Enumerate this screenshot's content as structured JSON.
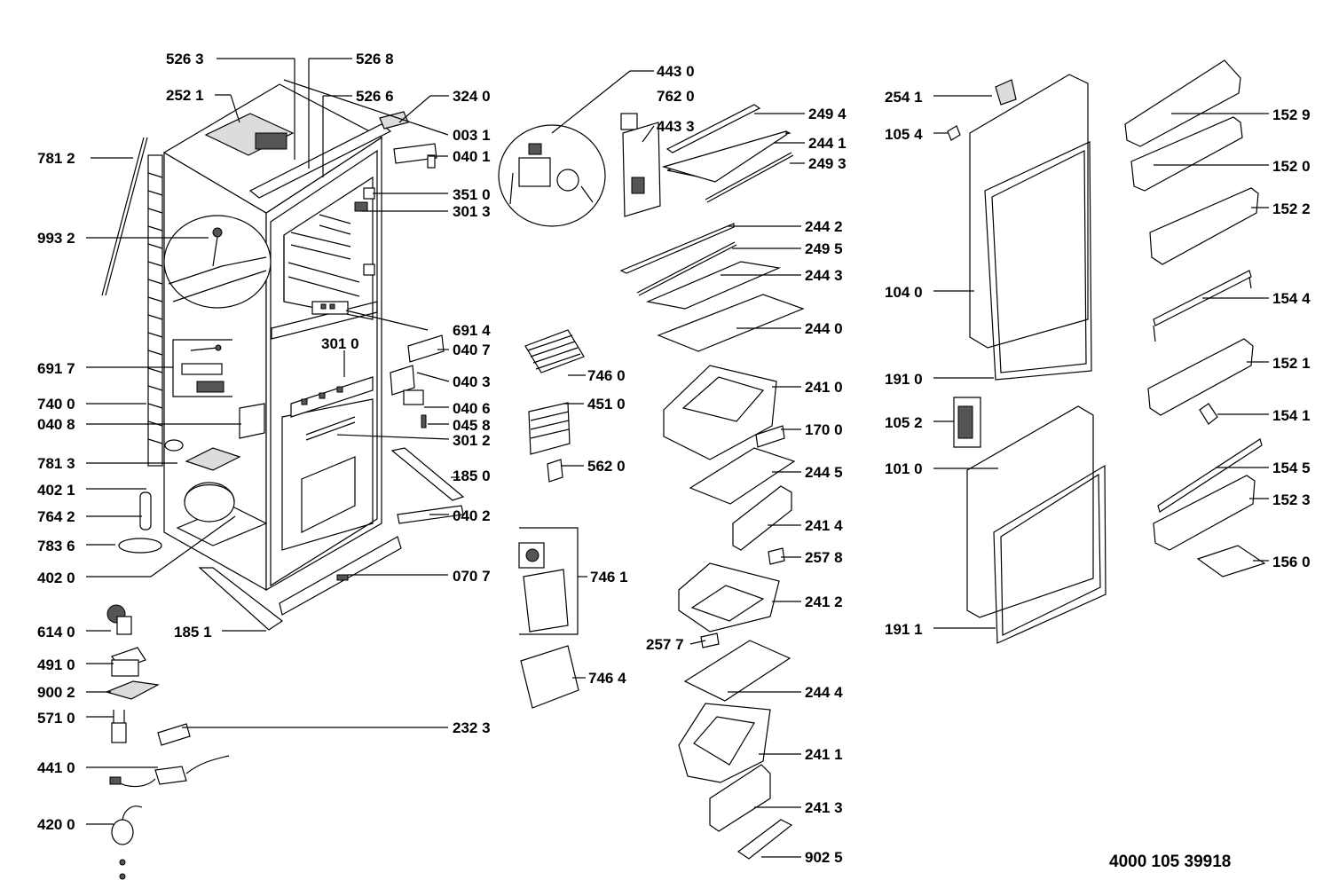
{
  "document_number": "4000 105 39918",
  "callouts": [
    {
      "id": "c5263",
      "text": "526 3"
    },
    {
      "id": "c5268",
      "text": "526 8"
    },
    {
      "id": "c2521",
      "text": "252 1"
    },
    {
      "id": "c5266",
      "text": "526 6"
    },
    {
      "id": "c3240",
      "text": "324 0"
    },
    {
      "id": "c0031",
      "text": "003 1"
    },
    {
      "id": "c0401",
      "text": "040 1"
    },
    {
      "id": "c7812",
      "text": "781 2"
    },
    {
      "id": "c3510",
      "text": "351 0"
    },
    {
      "id": "c3013",
      "text": "301 3"
    },
    {
      "id": "c9932",
      "text": "993 2"
    },
    {
      "id": "c6914",
      "text": "691 4"
    },
    {
      "id": "c3010",
      "text": "301 0"
    },
    {
      "id": "c0407",
      "text": "040 7"
    },
    {
      "id": "c6917",
      "text": "691 7"
    },
    {
      "id": "c0403",
      "text": "040 3"
    },
    {
      "id": "c7400",
      "text": "740 0"
    },
    {
      "id": "c0406",
      "text": "040 6"
    },
    {
      "id": "c0408",
      "text": "040 8"
    },
    {
      "id": "c0458",
      "text": "045 8"
    },
    {
      "id": "c3012",
      "text": "301 2"
    },
    {
      "id": "c7813",
      "text": "781 3"
    },
    {
      "id": "c1850",
      "text": "185 0"
    },
    {
      "id": "c4021",
      "text": "402 1"
    },
    {
      "id": "c7642",
      "text": "764 2"
    },
    {
      "id": "c0402",
      "text": "040 2"
    },
    {
      "id": "c7836",
      "text": "783 6"
    },
    {
      "id": "c4020",
      "text": "402 0"
    },
    {
      "id": "c0707",
      "text": "070 7"
    },
    {
      "id": "c6140",
      "text": "614 0"
    },
    {
      "id": "c1851",
      "text": "185 1"
    },
    {
      "id": "c4910",
      "text": "491 0"
    },
    {
      "id": "c9002",
      "text": "900 2"
    },
    {
      "id": "c5710",
      "text": "571 0"
    },
    {
      "id": "c2323",
      "text": "232 3"
    },
    {
      "id": "c4410",
      "text": "441 0"
    },
    {
      "id": "c4200",
      "text": "420 0"
    },
    {
      "id": "c4430",
      "text": "443 0"
    },
    {
      "id": "c7620",
      "text": "762 0"
    },
    {
      "id": "c4433",
      "text": "443 3"
    },
    {
      "id": "c2494",
      "text": "249 4"
    },
    {
      "id": "c2441",
      "text": "244 1"
    },
    {
      "id": "c2493",
      "text": "249 3"
    },
    {
      "id": "c2442",
      "text": "244 2"
    },
    {
      "id": "c2495",
      "text": "249 5"
    },
    {
      "id": "c2443",
      "text": "244 3"
    },
    {
      "id": "c2440",
      "text": "244 0"
    },
    {
      "id": "c7460",
      "text": "746 0"
    },
    {
      "id": "c2410",
      "text": "241 0"
    },
    {
      "id": "c4510",
      "text": "451 0"
    },
    {
      "id": "c1700",
      "text": "170 0"
    },
    {
      "id": "c5620",
      "text": "562 0"
    },
    {
      "id": "c2445",
      "text": "244 5"
    },
    {
      "id": "c2414",
      "text": "241 4"
    },
    {
      "id": "c7461",
      "text": "746 1"
    },
    {
      "id": "c2578",
      "text": "257 8"
    },
    {
      "id": "c2412",
      "text": "241 2"
    },
    {
      "id": "c2577",
      "text": "257 7"
    },
    {
      "id": "c7464",
      "text": "746 4"
    },
    {
      "id": "c2444",
      "text": "244 4"
    },
    {
      "id": "c2411",
      "text": "241 1"
    },
    {
      "id": "c2413",
      "text": "241 3"
    },
    {
      "id": "c9025",
      "text": "902 5"
    },
    {
      "id": "c2541",
      "text": "254 1"
    },
    {
      "id": "c1054",
      "text": "105 4"
    },
    {
      "id": "c1040",
      "text": "104 0"
    },
    {
      "id": "c1910",
      "text": "191 0"
    },
    {
      "id": "c1052",
      "text": "105 2"
    },
    {
      "id": "c1010",
      "text": "101 0"
    },
    {
      "id": "c1911",
      "text": "191 1"
    },
    {
      "id": "c1529",
      "text": "152 9"
    },
    {
      "id": "c1520",
      "text": "152 0"
    },
    {
      "id": "c1522",
      "text": "152 2"
    },
    {
      "id": "c1544",
      "text": "154 4"
    },
    {
      "id": "c1521",
      "text": "152 1"
    },
    {
      "id": "c1541",
      "text": "154 1"
    },
    {
      "id": "c1545",
      "text": "154 5"
    },
    {
      "id": "c1523",
      "text": "152 3"
    },
    {
      "id": "c1560",
      "text": "156 0"
    }
  ]
}
